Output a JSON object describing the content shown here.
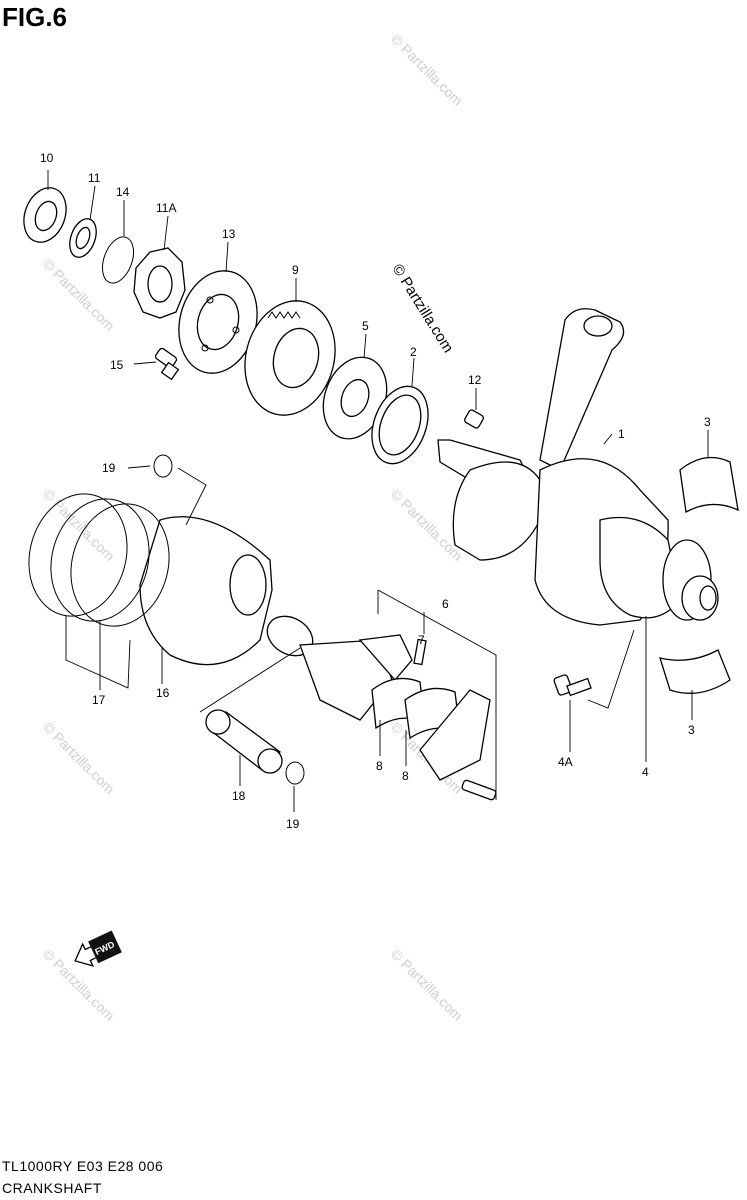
{
  "figure": {
    "title": "FIG.6"
  },
  "footer": {
    "model_code": "TL1000RY  E03  E28  006",
    "section_name": "CRANKSHAFT"
  },
  "watermark": {
    "text": "© Partzilla.com"
  },
  "direction_badge": {
    "text": "FWD"
  },
  "callouts": {
    "c1": "1",
    "c2": "2",
    "c3a": "3",
    "c3b": "3",
    "c4": "4",
    "c4a": "4A",
    "c5": "5",
    "c6": "6",
    "c7": "7",
    "c8a": "8",
    "c8b": "8",
    "c9": "9",
    "c10": "10",
    "c11": "11",
    "c11a": "11A",
    "c12": "12",
    "c13": "13",
    "c14": "14",
    "c15": "15",
    "c16": "16",
    "c17": "17",
    "c18": "18",
    "c19a": "19",
    "c19b": "19"
  }
}
